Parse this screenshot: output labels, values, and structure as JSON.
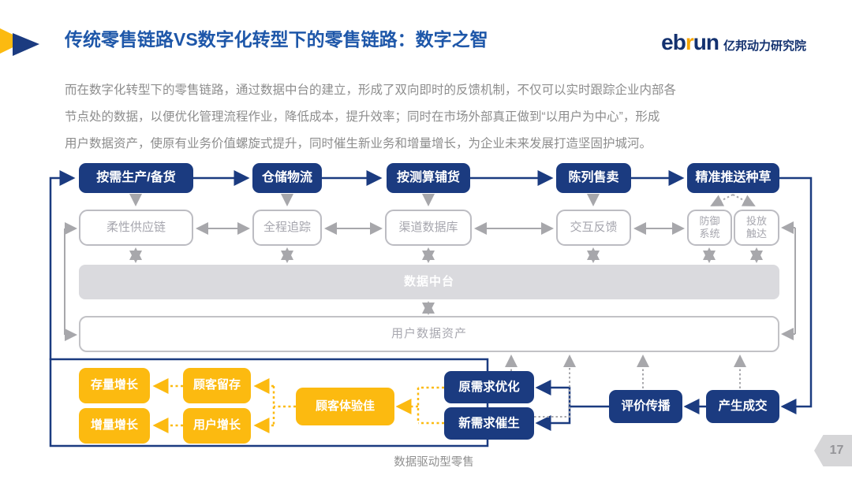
{
  "header": {
    "title": "传统零售链路VS数字化转型下的零售链路：数字之智",
    "logo": {
      "brand_left": "eb",
      "brand_accent": "r",
      "brand_right": "un",
      "org": "亿邦动力研究院"
    }
  },
  "intro": {
    "lines": [
      "而在数字化转型下的零售链路，通过数据中台的建立，形成了双向即时的反馈机制，不仅可以实时跟踪企业内部各",
      "节点处的数据，以便优化管理流程作业，降低成本，提升效率；同时在市场外部真正做到“以用户为中心”，形成",
      "用户数据资产，使原有业务价值螺旋式提升，同时催生新业务和增量增长，为企业未来发展打造坚固护城河。"
    ]
  },
  "flow": {
    "stage_boxes": [
      "按需生产/备货",
      "仓储物流",
      "按测算铺货",
      "陈列售卖",
      "精准推送种草"
    ],
    "capability_boxes": [
      "柔性供应链",
      "全程追踪",
      "渠道数据库",
      "交互反馈",
      "防御系统",
      "投放触达"
    ],
    "data_platform": "数据中台",
    "user_data_asset": "用户数据资产",
    "growth_boxes": {
      "stock_growth": "存量增长",
      "customer_retention": "顾客留存",
      "incremental_growth": "增量增长",
      "user_growth": "用户增长",
      "customer_experience": "顾客体验佳"
    },
    "demand_boxes": {
      "original_demand": "原需求优化",
      "new_demand": "新需求催生",
      "review_spread": "评价传播",
      "deal_made": "产生成交"
    },
    "caption": "数据驱动型零售"
  },
  "page_number": "17",
  "colors": {
    "accent_blue": "#1b3b80",
    "title_blue": "#1e57a9",
    "accent_yellow": "#fcba10",
    "gray_line": "#a7a7ab",
    "bar_fill": "#dadade",
    "logo_navy": "#13316f",
    "logo_orange": "#f7a600"
  }
}
